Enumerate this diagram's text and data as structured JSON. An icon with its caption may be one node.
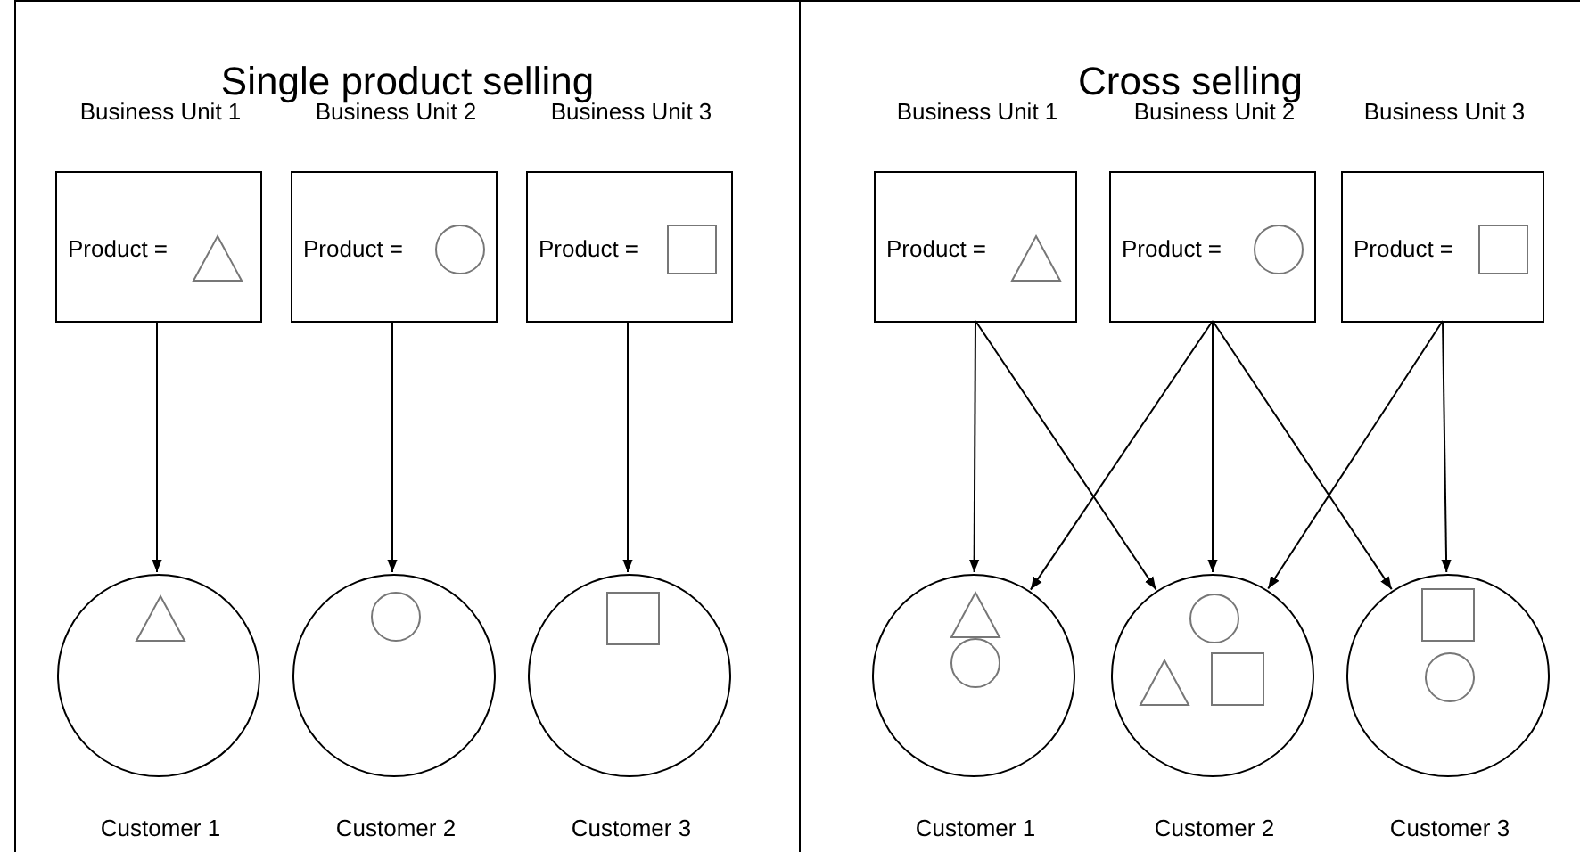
{
  "diagram": {
    "nodes": [
      {
        "text": [
          "Single product selling"
        ]
      },
      {
        "text": [
          "Business Unit 1",
          "Product ="
        ],
        "in": 0
      },
      {
        "text": [],
        "shape": "triangle",
        "in": 1
      },
      {
        "text": [
          "Business Unit 2",
          "Product ="
        ],
        "in": 0
      },
      {
        "text": [],
        "shape": "circle",
        "in": 3
      },
      {
        "text": [
          "Business Unit 3",
          "Product ="
        ],
        "in": 0
      },
      {
        "text": [],
        "shape": "box",
        "in": 5
      },
      {
        "text": [],
        "shape": "circle",
        "beside": [
          "Customer 1"
        ],
        "in": 0
      },
      {
        "text": [],
        "shape": "triangle",
        "in": 7
      },
      {
        "text": [],
        "shape": "circle",
        "beside": [
          "Customer 2"
        ],
        "in": 0
      },
      {
        "text": [],
        "shape": "circle",
        "in": 9
      },
      {
        "text": [],
        "shape": "circle",
        "beside": [
          "Customer 3"
        ],
        "in": 0
      },
      {
        "text": [],
        "shape": "box",
        "in": 11
      },
      {
        "text": [
          "Cross selling"
        ]
      },
      {
        "text": [
          "Business Unit 1",
          "Product ="
        ],
        "in": 13
      },
      {
        "text": [],
        "shape": "triangle",
        "in": 14
      },
      {
        "text": [
          "Business Unit 2",
          "Product ="
        ],
        "in": 13
      },
      {
        "text": [],
        "shape": "circle",
        "in": 16
      },
      {
        "text": [
          "Business Unit 3",
          "Product ="
        ],
        "in": 13
      },
      {
        "text": [],
        "shape": "box",
        "in": 18
      },
      {
        "text": [],
        "shape": "circle",
        "beside": [
          "Customer 1"
        ],
        "in": 13
      },
      {
        "text": [],
        "shape": "triangle",
        "in": 20
      },
      {
        "text": [],
        "shape": "circle",
        "in": 20
      },
      {
        "text": [],
        "shape": "circle",
        "beside": [
          "Customer 2"
        ],
        "in": 13
      },
      {
        "text": [],
        "shape": "circle",
        "in": 23
      },
      {
        "text": [],
        "shape": "triangle",
        "in": 23
      },
      {
        "text": [],
        "shape": "box",
        "in": 23
      },
      {
        "text": [],
        "shape": "circle",
        "beside": [
          "Customer 3"
        ],
        "in": 13
      },
      {
        "text": [],
        "shape": "box",
        "in": 27
      },
      {
        "text": [],
        "shape": "circle",
        "in": 27
      }
    ],
    "edges": [
      {
        "from": 1,
        "to": 7,
        "arrow": "to"
      },
      {
        "from": 3,
        "to": 9,
        "arrow": "to"
      },
      {
        "from": 5,
        "to": 11,
        "arrow": "to"
      },
      {
        "from": 14,
        "to": 20,
        "arrow": "to"
      },
      {
        "from": 14,
        "to": 23,
        "arrow": "to"
      },
      {
        "from": 16,
        "to": 20,
        "arrow": "to"
      },
      {
        "from": 16,
        "to": 23,
        "arrow": "to"
      },
      {
        "from": 16,
        "to": 27,
        "arrow": "to"
      },
      {
        "from": 18,
        "to": 23,
        "arrow": "to"
      },
      {
        "from": 18,
        "to": 27,
        "arrow": "to"
      }
    ]
  }
}
